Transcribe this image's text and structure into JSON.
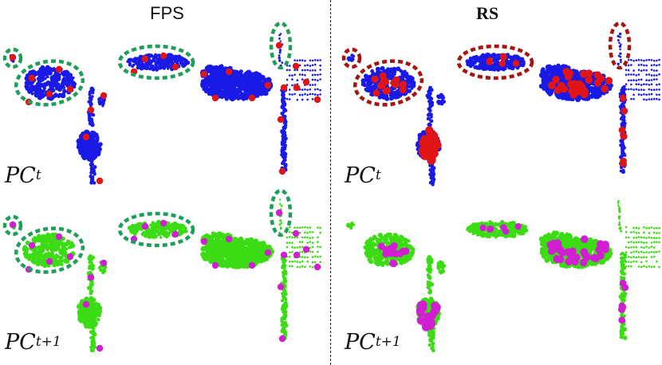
{
  "titles": {
    "left": "FPS",
    "right": "RS"
  },
  "labels": {
    "pc_t_base": "PC",
    "pc_t_sup": "t",
    "pc_t1_base": "PC",
    "pc_t1_sup": "t+1"
  },
  "colors": {
    "frame_t_points": "#1a1ae6",
    "frame_t_samples": "#e01515",
    "frame_t1_points": "#3cdc14",
    "frame_t1_samples": "#d21ed2",
    "fps_highlight": "#1e9e5a",
    "rs_highlight": "#a51410"
  }
}
